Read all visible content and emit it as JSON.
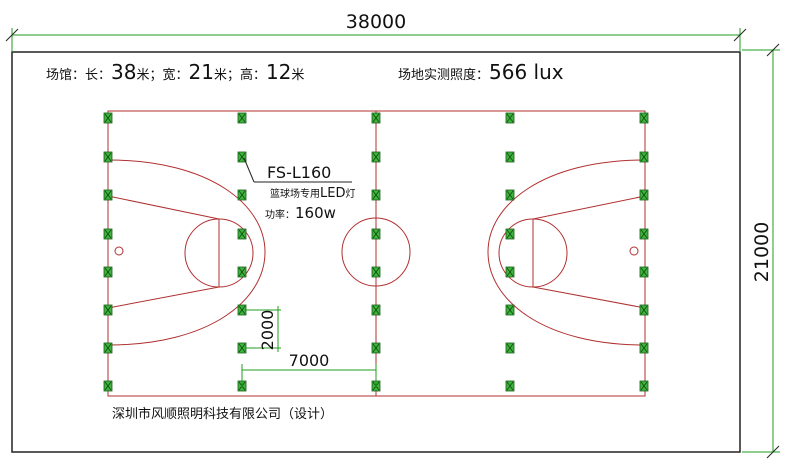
{
  "dimensions": {
    "total_length": "38000",
    "total_width": "21000",
    "spacing_vertical": "2000",
    "spacing_horizontal": "7000"
  },
  "header": {
    "venue_prefix": "场馆：长：",
    "length_value": "38",
    "unit_1": "米；宽：",
    "width_value": "21",
    "unit_2": "米；高：",
    "height_value": "12",
    "unit_3": "米",
    "illuminance_label": "场地实测照度：",
    "illuminance_value": "566 lux"
  },
  "fixture": {
    "model": "FS-L160",
    "description_prefix": "篮球场专用",
    "description_led": "LED",
    "description_suffix": "灯",
    "power_label": "功率：",
    "power_value": "160w"
  },
  "footer": {
    "company": "深圳市风顺照明科技有限公司",
    "note": "（设计）"
  },
  "colors": {
    "court_lines": "#b03030",
    "dimension_lines": "#1f9e1f",
    "fixture_fill": "#3db53d",
    "border": "#222222"
  }
}
